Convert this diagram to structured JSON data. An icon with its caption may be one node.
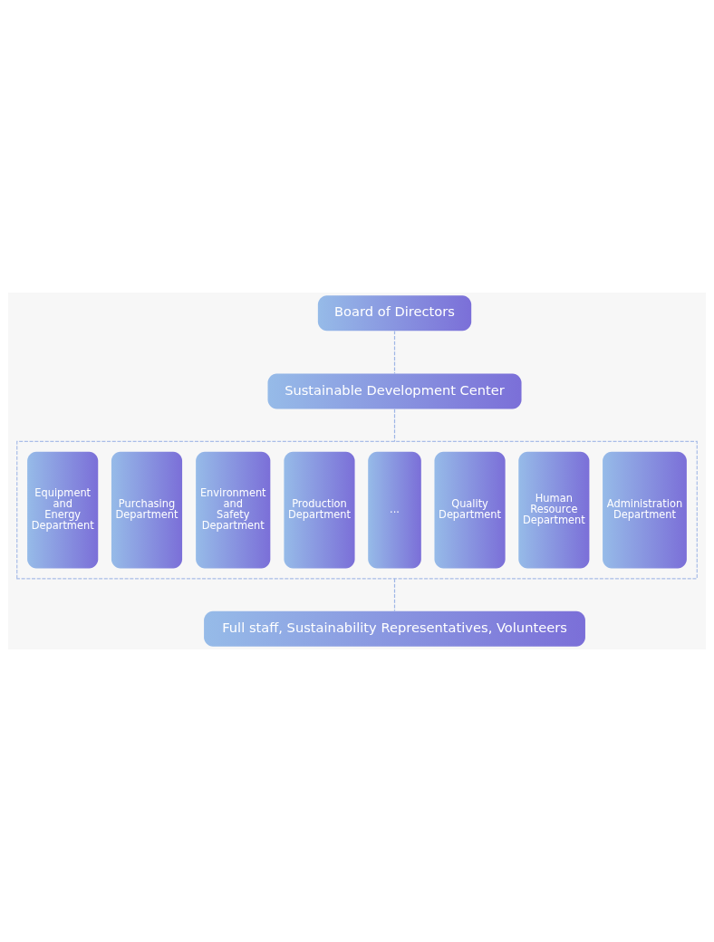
{
  "diagram": {
    "nodes": [
      {
        "text": [
          "Board of Directors"
        ]
      },
      {
        "text": [
          "Sustainable Development Center"
        ]
      },
      {
        "text": [],
        "shape": "box"
      },
      {
        "text": [
          "Equipment and Energy Department"
        ],
        "in": 2
      },
      {
        "text": [
          "Purchasing Department"
        ],
        "in": 2
      },
      {
        "text": [
          "Environment and Safety Department"
        ],
        "in": 2
      },
      {
        "text": [
          "Production Department"
        ],
        "in": 2
      },
      {
        "text": [
          "..."
        ],
        "in": 2
      },
      {
        "text": [
          "Quality Department"
        ],
        "in": 2
      },
      {
        "text": [
          "Human Resource Department"
        ],
        "in": 2
      },
      {
        "text": [
          "Administration Department"
        ],
        "in": 2
      },
      {
        "text": [
          "Full staff, Sustainability Representatives, Volunteers"
        ]
      }
    ],
    "edges": [
      {
        "from": 0,
        "to": 1,
        "arrow": "none",
        "style": "dashed"
      },
      {
        "from": 1,
        "to": 2,
        "arrow": "none",
        "style": "dashed"
      },
      {
        "from": 2,
        "to": 11,
        "arrow": "none",
        "style": "dashed"
      }
    ]
  }
}
